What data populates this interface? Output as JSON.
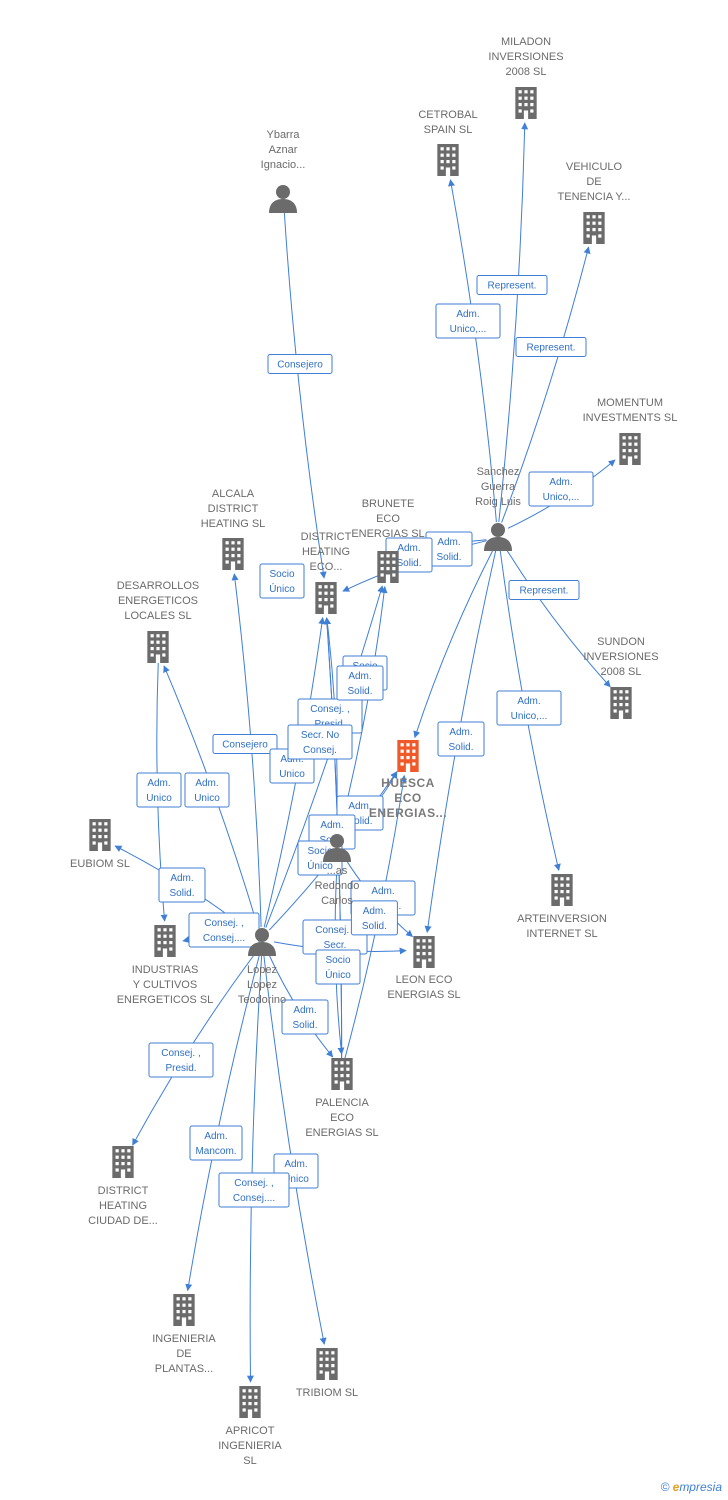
{
  "colors": {
    "edge": "#3f7fd6",
    "node": "#6b6b6b",
    "focus": "#f05a2a"
  },
  "nodes": [
    {
      "id": "miladon",
      "kind": "company",
      "lines": [
        "MILADON",
        "INVERSIONES",
        "2008 SL"
      ]
    },
    {
      "id": "cetrobal",
      "kind": "company",
      "lines": [
        "CETROBAL",
        "SPAIN  SL"
      ]
    },
    {
      "id": "vehiculo",
      "kind": "company",
      "lines": [
        "VEHICULO",
        "DE",
        "TENENCIA Y..."
      ]
    },
    {
      "id": "ybarra",
      "kind": "person",
      "lines": [
        "Ybarra",
        "Aznar",
        "Ignacio..."
      ]
    },
    {
      "id": "momentum",
      "kind": "company",
      "lines": [
        "MOMENTUM",
        "INVESTMENTS SL"
      ]
    },
    {
      "id": "sanchez",
      "kind": "person",
      "lines": [
        "Sanchez",
        "Guerra",
        "Roig Luis"
      ]
    },
    {
      "id": "alcala",
      "kind": "company",
      "lines": [
        "ALCALA",
        "DISTRICT",
        "HEATING  SL"
      ]
    },
    {
      "id": "brunete",
      "kind": "company",
      "lines": [
        "BRUNETE",
        "ECO",
        "ENERGIAS  SL"
      ]
    },
    {
      "id": "districteco",
      "kind": "company",
      "lines": [
        "DISTRICT",
        "HEATING",
        "ECO..."
      ]
    },
    {
      "id": "desarrollos",
      "kind": "company",
      "lines": [
        "DESARROLLOS",
        "ENERGETICOS",
        "LOCALES SL"
      ]
    },
    {
      "id": "sundon",
      "kind": "company",
      "lines": [
        "SUNDON",
        "INVERSIONES",
        "2008 SL"
      ]
    },
    {
      "id": "huesca",
      "kind": "focus",
      "lines": [
        "HUESCA",
        "ECO",
        "ENERGIAS..."
      ]
    },
    {
      "id": "eubiom",
      "kind": "company",
      "lines": [
        "EUBIOM SL"
      ]
    },
    {
      "id": "arteinversion",
      "kind": "company",
      "lines": [
        "ARTEINVERSION",
        "INTERNET SL"
      ]
    },
    {
      "id": "industrias",
      "kind": "company",
      "lines": [
        "INDUSTRIAS",
        "Y CULTIVOS",
        "ENERGETICOS SL"
      ]
    },
    {
      "id": "redondo",
      "kind": "person",
      "lines": [
        "...as",
        "Redondo",
        "Carlos"
      ]
    },
    {
      "id": "lopez",
      "kind": "person",
      "lines": [
        "Lopez",
        "Lopez",
        "Teodorino"
      ]
    },
    {
      "id": "leon",
      "kind": "company",
      "lines": [
        "LEON ECO",
        "ENERGIAS  SL"
      ]
    },
    {
      "id": "palencia",
      "kind": "company",
      "lines": [
        "PALENCIA",
        "ECO",
        "ENERGIAS  SL"
      ]
    },
    {
      "id": "dhciudad",
      "kind": "company",
      "lines": [
        "DISTRICT",
        "HEATING",
        "CIUDAD DE..."
      ]
    },
    {
      "id": "ingenieria",
      "kind": "company",
      "lines": [
        "INGENIERIA",
        "DE",
        "PLANTAS..."
      ]
    },
    {
      "id": "tribiom",
      "kind": "company",
      "lines": [
        "TRIBIOM SL"
      ]
    },
    {
      "id": "apricot",
      "kind": "company",
      "lines": [
        "APRICOT",
        "INGENIERIA",
        "SL"
      ]
    }
  ],
  "edges": [
    {
      "from": "ybarra",
      "to": "districteco",
      "lines": [
        "Consejero"
      ]
    },
    {
      "from": "sanchez",
      "to": "cetrobal",
      "lines": [
        "Adm.",
        "Unico,..."
      ]
    },
    {
      "from": "sanchez",
      "to": "miladon",
      "lines": [
        "Represent."
      ]
    },
    {
      "from": "sanchez",
      "to": "vehiculo",
      "lines": [
        "Represent."
      ]
    },
    {
      "from": "sanchez",
      "to": "momentum",
      "lines": [
        "Adm.",
        "Unico,..."
      ]
    },
    {
      "from": "sanchez",
      "to": "sundon",
      "lines": [
        "Represent."
      ]
    },
    {
      "from": "sanchez",
      "to": "arteinversion",
      "lines": [
        "Adm.",
        "Unico,..."
      ]
    },
    {
      "from": "sanchez",
      "to": "leon",
      "lines": [
        "Adm.",
        "Solid."
      ]
    },
    {
      "from": "sanchez",
      "to": "huesca",
      "lines": [
        "Adm.",
        "Solid."
      ]
    },
    {
      "from": "sanchez",
      "to": "brunete",
      "lines": [
        "Adm.",
        "Solid."
      ]
    },
    {
      "from": "sanchez",
      "to": "districteco",
      "lines": [
        "Consejero"
      ]
    },
    {
      "from": "lopez",
      "to": "alcala",
      "lines": [
        "Adm.",
        "Unico"
      ]
    },
    {
      "from": "lopez",
      "to": "desarrollos",
      "lines": [
        "Adm.",
        "Unico"
      ]
    },
    {
      "from": "lopez",
      "to": "districteco",
      "lines": [
        "Consej. ,",
        "Presid."
      ]
    },
    {
      "from": "lopez",
      "to": "brunete",
      "lines": [
        "Consej. ,",
        "Secr."
      ]
    },
    {
      "from": "lopez",
      "to": "huesca",
      "lines": [
        "Adm.",
        "Solid."
      ]
    },
    {
      "from": "lopez",
      "to": "eubiom",
      "lines": [
        "Consej. ,",
        "Consej...."
      ]
    },
    {
      "from": "lopez",
      "to": "industrias",
      "lines": [
        "Adm.",
        "Unico,..."
      ]
    },
    {
      "from": "lopez",
      "to": "leon",
      "lines": [
        "Adm.",
        "Solid."
      ]
    },
    {
      "from": "lopez",
      "to": "palencia",
      "lines": [
        "Consej. ,",
        "Presid."
      ]
    },
    {
      "from": "lopez",
      "to": "dhciudad",
      "lines": [
        "Adm.",
        "Mancom."
      ]
    },
    {
      "from": "lopez",
      "to": "ingenieria",
      "lines": [
        "Adm.",
        "Unico"
      ]
    },
    {
      "from": "lopez",
      "to": "tribiom",
      "lines": [
        "Consej. ,",
        "Consej...."
      ]
    },
    {
      "from": "lopez",
      "to": "apricot",
      "lines": [
        "Adm.",
        "Unico"
      ]
    },
    {
      "from": "desarrollos",
      "to": "industrias",
      "lines": [
        "Socio",
        "Único"
      ]
    },
    {
      "from": "redondo",
      "to": "districteco",
      "lines": [
        "Socio",
        "Único"
      ]
    },
    {
      "from": "redondo",
      "to": "brunete",
      "lines": [
        "Socio",
        "Único"
      ]
    },
    {
      "from": "redondo",
      "to": "huesca",
      "lines": [
        "Adm.",
        "Solid."
      ]
    },
    {
      "from": "redondo",
      "to": "leon",
      "lines": [
        "Adm.",
        "Solid."
      ]
    },
    {
      "from": "redondo",
      "to": "palencia",
      "lines": [
        "Secr.  No",
        "Consej."
      ]
    },
    {
      "from": "palencia",
      "to": "districteco",
      "lines": [
        "Adm.",
        "Solid."
      ]
    },
    {
      "from": "palencia",
      "to": "districteco",
      "lines": [
        "Socio",
        "Único"
      ]
    },
    {
      "from": "palencia",
      "to": "huesca",
      "lines": [
        "Adm.",
        "Solid."
      ]
    }
  ],
  "brand": {
    "symbol": "©",
    "initial": "e",
    "rest": "mpresia"
  }
}
